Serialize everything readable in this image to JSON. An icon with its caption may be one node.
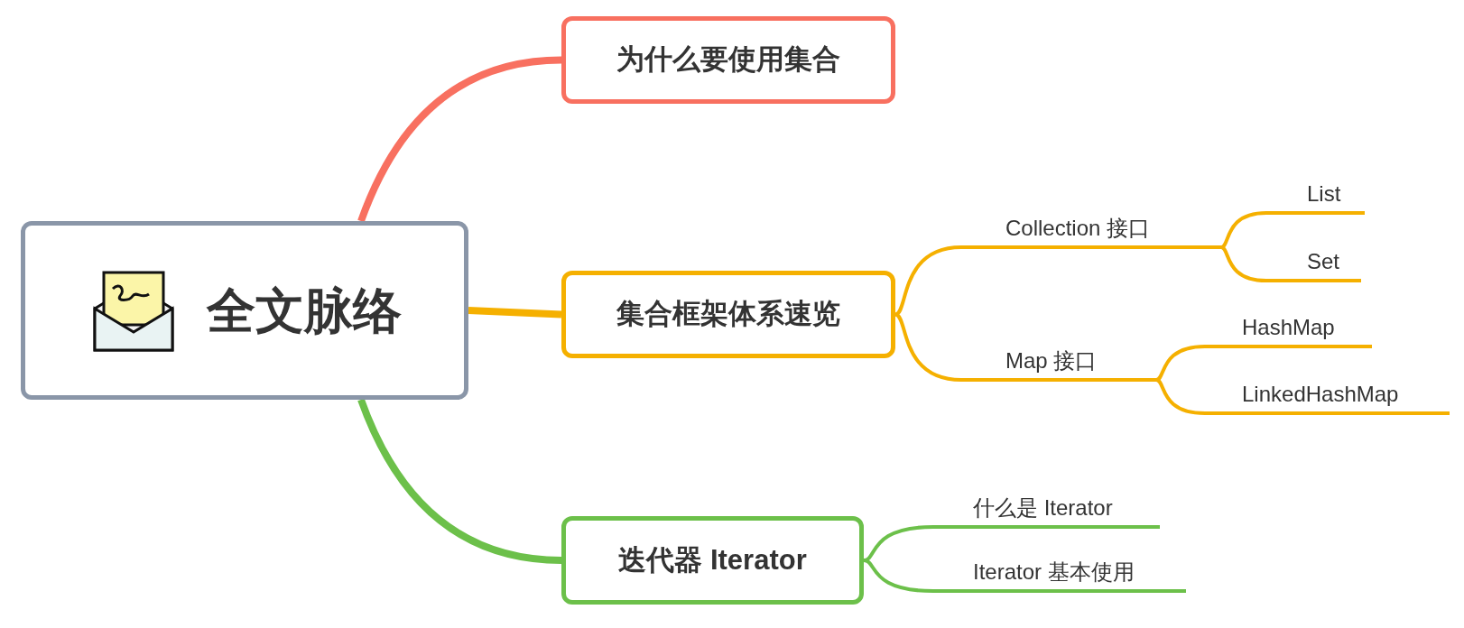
{
  "diagram": {
    "nodes": [
      {
        "text": [
          "全文脉络"
        ]
      },
      {
        "text": [
          "为什么要使用集合"
        ]
      },
      {
        "text": [
          "集合框架体系速览"
        ]
      },
      {
        "text": [
          "Collection 接口"
        ]
      },
      {
        "text": [
          "List"
        ]
      },
      {
        "text": [
          "Set"
        ]
      },
      {
        "text": [
          "Map 接口"
        ]
      },
      {
        "text": [
          "HashMap"
        ]
      },
      {
        "text": [
          "LinkedHashMap"
        ]
      },
      {
        "text": [
          "迭代器 Iterator"
        ]
      },
      {
        "text": [
          "什么是 Iterator"
        ]
      },
      {
        "text": [
          "Iterator 基本使用"
        ]
      }
    ],
    "edges": [
      {
        "from": 0,
        "to": 1,
        "arrow": "none",
        "style": "thick",
        "color": "#f87060"
      },
      {
        "from": 0,
        "to": 2,
        "arrow": "none",
        "style": "thick"
      },
      {
        "from": 0,
        "to": 9,
        "arrow": "none",
        "style": "thick",
        "color": "#6cc04a"
      },
      {
        "from": 2,
        "to": 3,
        "arrow": "none"
      },
      {
        "from": 3,
        "to": 4,
        "arrow": "none"
      },
      {
        "from": 3,
        "to": 5,
        "arrow": "none"
      },
      {
        "from": 2,
        "to": 6,
        "arrow": "none"
      },
      {
        "from": 6,
        "to": 7,
        "arrow": "none"
      },
      {
        "from": 6,
        "to": 8,
        "arrow": "none"
      },
      {
        "from": 9,
        "to": 10,
        "arrow": "none",
        "color": "#6cc04a"
      },
      {
        "from": 9,
        "to": 11,
        "arrow": "none",
        "color": "#6cc04a"
      }
    ]
  }
}
